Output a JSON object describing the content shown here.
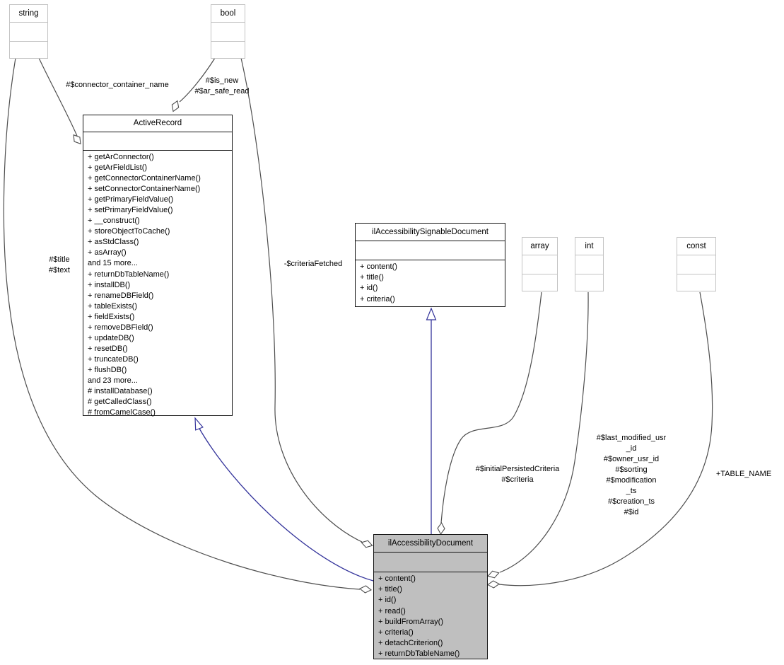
{
  "diagram": {
    "kind": "uml-collaboration-diagram",
    "colors": {
      "inheritance_edge": "#34349b",
      "aggregation_edge": "#4e4e4e",
      "highlighted_node_fill": "#bfbfbf",
      "primitive_node_border": "#c3c3c3",
      "class_node_border": "#141414"
    }
  },
  "nodes": {
    "string": {
      "title": "string"
    },
    "bool": {
      "title": "bool"
    },
    "array": {
      "title": "array"
    },
    "int": {
      "title": "int"
    },
    "const": {
      "title": "const"
    },
    "active_record": {
      "title": "ActiveRecord",
      "methods": [
        "+ getArConnector()",
        "+ getArFieldList()",
        "+ getConnectorContainerName()",
        "+ setConnectorContainerName()",
        "+ getPrimaryFieldValue()",
        "+ setPrimaryFieldValue()",
        "+ __construct()",
        "+ storeObjectToCache()",
        "+ asStdClass()",
        "+ asArray()",
        "and 15 more...",
        "+ returnDbTableName()",
        "+ installDB()",
        "+ renameDBField()",
        "+ tableExists()",
        "+ fieldExists()",
        "+ removeDBField()",
        "+ updateDB()",
        "+ resetDB()",
        "+ truncateDB()",
        "+ flushDB()",
        "and 23 more...",
        "# installDatabase()",
        "# getCalledClass()",
        "# fromCamelCase()"
      ]
    },
    "signable_document": {
      "title": "ilAccessibilitySignableDocument",
      "methods": [
        "+ content()",
        "+ title()",
        "+ id()",
        "+ criteria()"
      ]
    },
    "document": {
      "title": "ilAccessibilityDocument",
      "methods": [
        "+ content()",
        "+ title()",
        "+ id()",
        "+ read()",
        "+ buildFromArray()",
        "+ criteria()",
        "+ detachCriterion()",
        "+ returnDbTableName()"
      ]
    }
  },
  "edge_labels": {
    "connector_container_name": "#$connector_container_name",
    "is_new_ar_safe_read": "#$is_new\n#$ar_safe_read",
    "title_text": "#$title\n#$text",
    "criteria_fetched": "-$criteriaFetched",
    "initial_persisted_criteria": "#$initialPersistedCriteria\n#$criteria",
    "int_attributes": "#$last_modified_usr\n_id\n#$owner_usr_id\n#$sorting\n#$modification\n_ts\n#$creation_ts\n#$id",
    "table_name": "+TABLE_NAME"
  }
}
